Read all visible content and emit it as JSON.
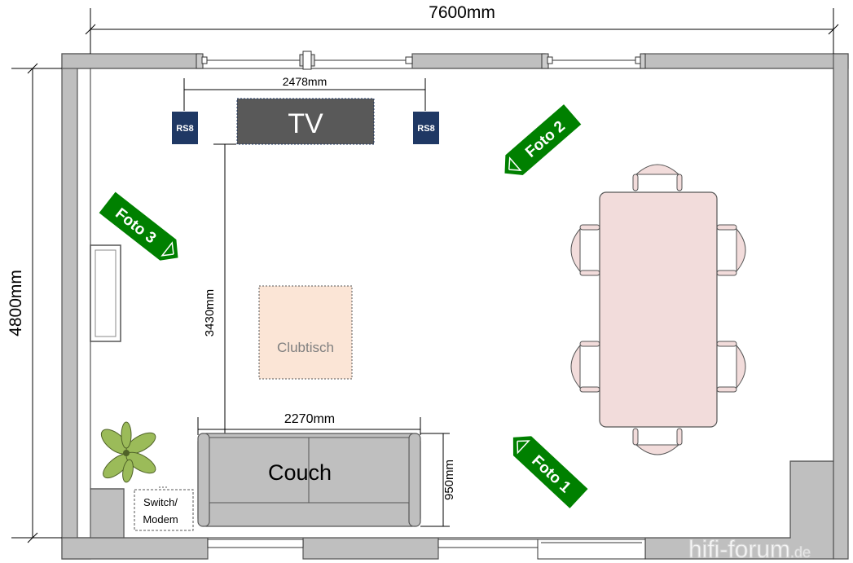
{
  "dimensions": {
    "total_width": "7600mm",
    "total_height": "4800mm",
    "speaker_spacing": "2478mm",
    "viewing_distance": "3430mm",
    "couch_width": "2270mm",
    "couch_depth": "950mm"
  },
  "furniture": {
    "tv": "TV",
    "speaker_left": "RS8",
    "speaker_right": "RS8",
    "coffee_table": "Clubtisch",
    "couch": "Couch",
    "switch_line1": "Switch/",
    "switch_line2": "Modem"
  },
  "photo_markers": {
    "foto1": "Foto 1",
    "foto2": "Foto 2",
    "foto3": "Foto 3"
  },
  "watermark": {
    "brand": "hifi-forum",
    "tld": ".de"
  },
  "colors": {
    "wall": "#bfbfbf",
    "speaker": "#1f3864",
    "tv": "#595959",
    "arrow": "#008000",
    "table": "#f2dcdb",
    "clubtisch": "#fbe5d6",
    "couch": "#bfbfbf"
  }
}
